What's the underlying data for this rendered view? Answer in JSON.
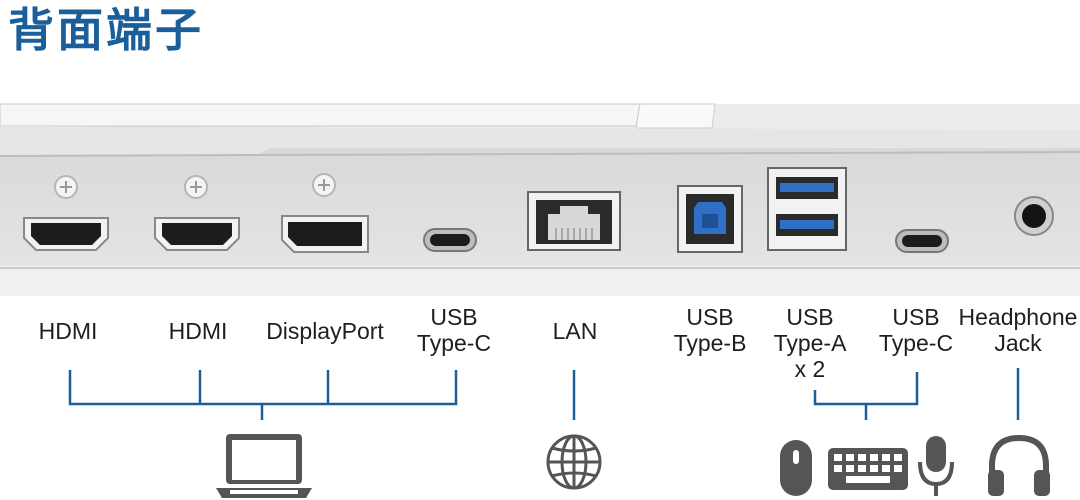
{
  "title": "背面端子",
  "ports": {
    "hdmi1": "HDMI",
    "hdmi2": "HDMI",
    "displayport": "DisplayPort",
    "usbc1": [
      "USB",
      "Type-C"
    ],
    "lan": "LAN",
    "usbb": [
      "USB",
      "Type-B"
    ],
    "usba": [
      "USB",
      "Type-A",
      "x 2"
    ],
    "usbc2": [
      "USB",
      "Type-C"
    ],
    "headphone": [
      "Headphone",
      "Jack"
    ]
  },
  "icons": [
    "laptop-icon",
    "globe-icon",
    "mouse-icon",
    "keyboard-icon",
    "microphone-icon",
    "headphones-icon"
  ],
  "colors": {
    "accent": "#1a5f9a",
    "usb_blue": "#2f6fc6"
  }
}
